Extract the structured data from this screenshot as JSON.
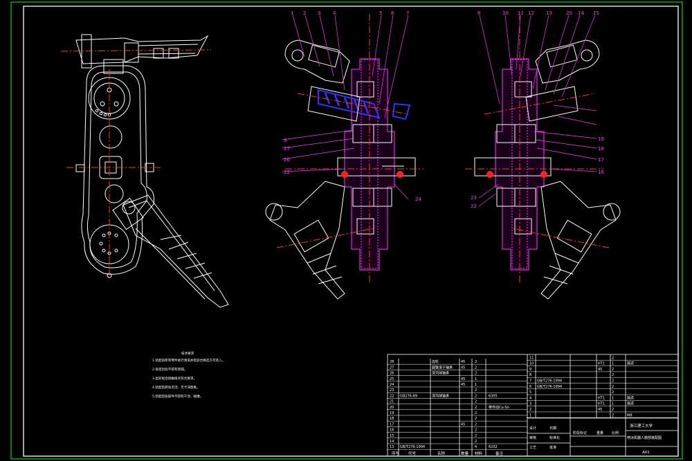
{
  "drawing": {
    "notes_title": "技术要求",
    "notes": [
      "1.装配前所有零件进行清洗并检验合格后方可装入。",
      "2.各密封处不得有渗漏。",
      "3.齿轮啮合接触斑点符合要求。",
      "4.装配后转动灵活，无卡滞现象。",
      "5.装配后各部件不得有干涉、碰撞。"
    ],
    "balloons_left": [
      "1",
      "2",
      "3",
      "4",
      "5",
      "6",
      "7"
    ],
    "balloons_right_top": [
      "8",
      "10",
      "11",
      "12",
      "13",
      "20",
      "14",
      "15"
    ],
    "side_left": [
      "9",
      "27",
      "26",
      "22",
      "24"
    ],
    "side_right": [
      "19",
      "18",
      "17",
      "16",
      "23",
      "22"
    ],
    "bom_left": [
      [
        "28",
        "",
        "齿轮",
        "45",
        "2",
        ""
      ],
      [
        "27",
        "",
        "圆锥滚子轴承",
        "45",
        "2",
        ""
      ],
      [
        "26",
        "",
        "深沟球轴承",
        "",
        "2",
        ""
      ],
      [
        "25",
        "",
        "",
        "45",
        "1",
        ""
      ],
      [
        "24",
        "",
        "",
        "45",
        "1",
        ""
      ],
      [
        "23",
        "",
        "",
        "",
        "2",
        ""
      ],
      [
        "22",
        "GB276-89",
        "深沟球轴承",
        "",
        "2",
        "6305"
      ],
      [
        "21",
        "",
        "",
        "",
        "2",
        ""
      ],
      [
        "20",
        "",
        "",
        "",
        "2",
        "带传动Cu-Sn"
      ],
      [
        "19",
        "",
        "",
        "",
        "2",
        ""
      ],
      [
        "18",
        "",
        "",
        "",
        "2",
        ""
      ],
      [
        "17",
        "",
        "",
        "45",
        "2",
        ""
      ],
      [
        "16",
        "",
        "",
        "",
        "2",
        ""
      ],
      [
        "15",
        "",
        "",
        "",
        "2",
        ""
      ],
      [
        "14",
        "",
        "",
        "",
        "2",
        ""
      ],
      [
        "13",
        "GB/T276-1994",
        "",
        "",
        "4",
        "6202"
      ]
    ],
    "bom_right": [
      [
        "11",
        "",
        "",
        "",
        "2",
        ""
      ],
      [
        "10",
        "",
        "",
        "HT1",
        "1",
        "铸造"
      ],
      [
        "9",
        "",
        "",
        "45",
        "2",
        ""
      ],
      [
        "8",
        "",
        "",
        "",
        "2",
        ""
      ],
      [
        "7",
        "GB/T276-1994",
        "",
        "",
        "2",
        ""
      ],
      [
        "6",
        "GB/T276-1994",
        "",
        "",
        "2",
        ""
      ],
      [
        "5",
        "",
        "",
        "",
        "2",
        ""
      ],
      [
        "4",
        "",
        "",
        "HT1",
        "1",
        "铸造"
      ],
      [
        "3",
        "",
        "",
        "HT1",
        "1",
        "铸造"
      ],
      [
        "2",
        "",
        "",
        "45",
        "2",
        ""
      ],
      [
        "1",
        "",
        "",
        "",
        "2",
        "M8"
      ]
    ],
    "bom_headers": [
      "序号",
      "代号",
      "名称",
      "数量",
      "材料",
      "备注"
    ],
    "school": "浙江理工大学",
    "drawing_title": "喷涂机器人腕部装配图",
    "sheet_number": "A01",
    "sign_labels": [
      "设计",
      "审核",
      "工艺",
      "标准化",
      "批准",
      "日期"
    ],
    "stage_labels": [
      "阶段标记",
      "重量",
      "比例"
    ]
  }
}
